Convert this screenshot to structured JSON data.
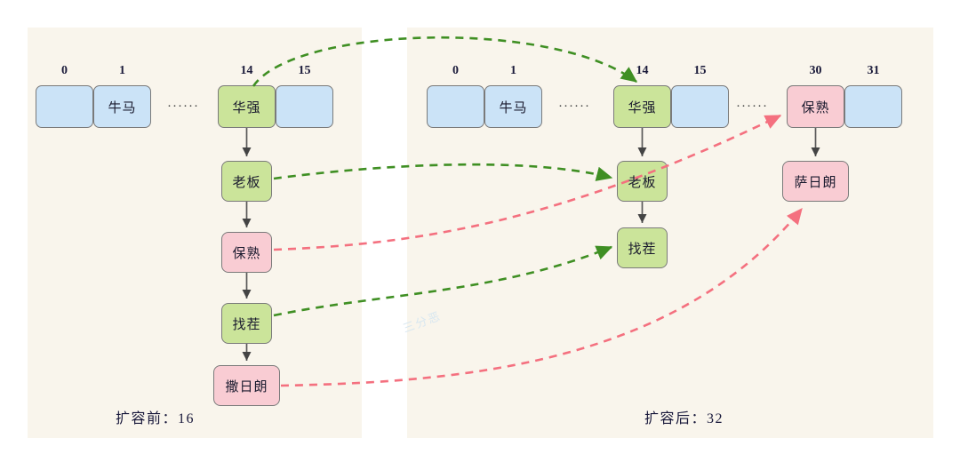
{
  "diagram": {
    "title": "HashMap resize bucket rehash diagram",
    "background": "#ffffff",
    "panel_bg": "#f9f5ec",
    "colors": {
      "slot_empty": "#cbe3f7",
      "node_keep": "#cbe49a",
      "node_move": "#f9ccd3",
      "arrow_solid": "#595959",
      "arrow_keep": "#3f8f23",
      "arrow_move": "#f4707f",
      "border": "#7a7a7a",
      "index_text": "#1a1a3a"
    },
    "watermark": "三分恶"
  },
  "left": {
    "caption": "扩容前：16",
    "caption_label": "扩容前",
    "capacity": "16",
    "ellipsis": "······",
    "indices": [
      "0",
      "1",
      "14",
      "15"
    ],
    "buckets": [
      {
        "index": "0",
        "text": "",
        "color": "slot-blue"
      },
      {
        "index": "1",
        "text": "牛马",
        "color": "slot-blue"
      },
      {
        "index": "14",
        "text": "华强",
        "color": "slot-green"
      },
      {
        "index": "15",
        "text": "",
        "color": "slot-blue"
      }
    ],
    "chain": [
      {
        "text": "华强",
        "color": "slot-green"
      },
      {
        "text": "老板",
        "color": "slot-green"
      },
      {
        "text": "保熟",
        "color": "slot-pink"
      },
      {
        "text": "找茬",
        "color": "slot-green"
      },
      {
        "text": "撒日朗",
        "color": "slot-pink"
      }
    ]
  },
  "right": {
    "caption": "扩容后：32",
    "caption_label": "扩容后",
    "capacity": "32",
    "ellipsis": "······",
    "indices": [
      "0",
      "1",
      "14",
      "15",
      "30",
      "31"
    ],
    "buckets": [
      {
        "index": "0",
        "text": "",
        "color": "slot-blue"
      },
      {
        "index": "1",
        "text": "牛马",
        "color": "slot-blue"
      },
      {
        "index": "14",
        "text": "华强",
        "color": "slot-green"
      },
      {
        "index": "15",
        "text": "",
        "color": "slot-blue"
      },
      {
        "index": "30",
        "text": "保熟",
        "color": "slot-pink"
      },
      {
        "index": "31",
        "text": "",
        "color": "slot-blue"
      }
    ],
    "chain_14": [
      {
        "text": "华强",
        "color": "slot-green"
      },
      {
        "text": "老板",
        "color": "slot-green"
      },
      {
        "text": "找茬",
        "color": "slot-green"
      }
    ],
    "chain_30": [
      {
        "text": "保熟",
        "color": "slot-pink"
      },
      {
        "text": "萨日朗",
        "color": "slot-pink"
      }
    ]
  }
}
